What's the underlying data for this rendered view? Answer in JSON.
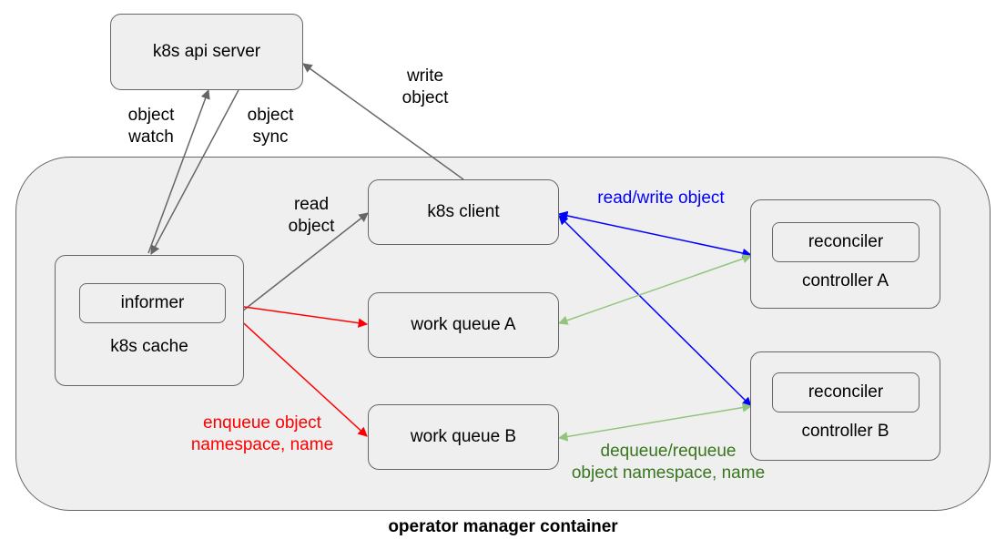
{
  "nodes": {
    "api_server": "k8s api server",
    "k8s_client": "k8s client",
    "informer": "informer",
    "k8s_cache": "k8s cache",
    "work_queue_a": "work queue A",
    "work_queue_b": "work queue B",
    "reconciler_a": "reconciler",
    "controller_a": "controller A",
    "reconciler_b": "reconciler",
    "controller_b": "controller B"
  },
  "edge_labels": {
    "write_object": [
      "write",
      "object"
    ],
    "object_watch": [
      "object",
      "watch"
    ],
    "object_sync": [
      "object",
      "sync"
    ],
    "read_object": [
      "read",
      "object"
    ],
    "read_write_object": "read/write object",
    "enqueue": [
      "enqueue object",
      "namespace, name"
    ],
    "dequeue": [
      "dequeue/requeue",
      "object namespace, name"
    ]
  },
  "container_label": "operator manager container",
  "colors": {
    "gray_edge": "#666666",
    "enqueue_edge": "#ff0000",
    "read_write_edge": "#0000ff",
    "dequeue_edge": "#93c47d",
    "dequeue_text": "#38761d"
  }
}
